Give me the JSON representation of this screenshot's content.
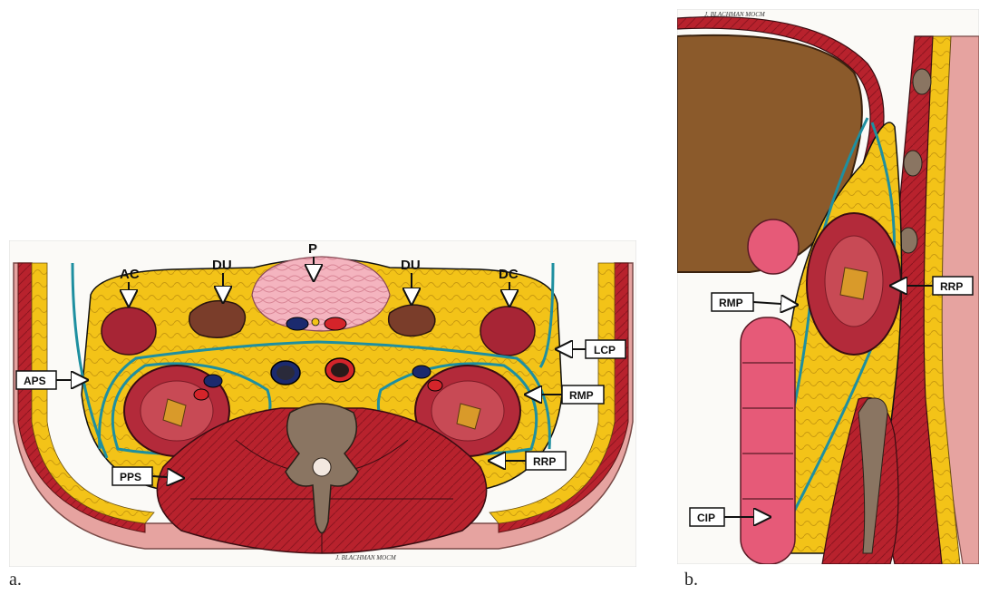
{
  "panel_a": {
    "panel_letter": "a.",
    "signature": "J. BLACHMAN MOCM",
    "labels": {
      "ac": "AC",
      "du_left": "DU",
      "p": "P",
      "du_right": "DU",
      "dc": "DC",
      "lcp": "LCP",
      "aps": "APS",
      "rmp": "RMP",
      "pps": "PPS",
      "rrp": "RRP"
    }
  },
  "panel_b": {
    "panel_letter": "b.",
    "signature": "J. BLACHMAN MOCM",
    "labels": {
      "rmp": "RMP",
      "rrp": "RRP",
      "cip": "CIP"
    }
  },
  "colors": {
    "fat": "#f3c318",
    "muscle": "#b8222d",
    "kidney": "#b32a3a",
    "fascia": "#1e8fa0",
    "bone": "#8a7562",
    "liver": "#8b5a2b",
    "skin": "#e6a3a0",
    "pancreas": "#f4b4bf",
    "bowel": "#e65a78"
  }
}
